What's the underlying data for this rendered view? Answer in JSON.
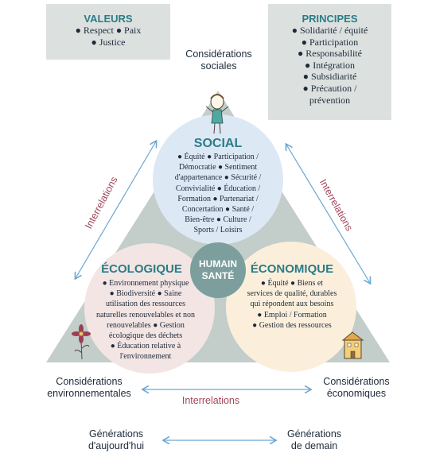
{
  "valeurs": {
    "title": "VALEURS",
    "lines": [
      "● Respect ● Paix",
      "● Justice"
    ]
  },
  "principes": {
    "title": "PRINCIPES",
    "lines": [
      "● Solidarité / équité",
      "● Participation",
      "● Responsabilité",
      "● Intégration",
      "● Subsidiarité",
      "● Précaution /",
      "prévention"
    ]
  },
  "considerations": {
    "sociales": [
      "Considérations",
      "sociales"
    ],
    "environnementales": [
      "Considérations",
      "environnementales"
    ],
    "economiques": [
      "Considérations",
      "économiques"
    ]
  },
  "interrelations": "Interrelations",
  "social": {
    "title": "SOCIAL",
    "lines": [
      "● Équité ● Participation /",
      "Démocratie ● Sentiment",
      "d'appartenance ● Sécurité /",
      "Convivialité ● Éducation /",
      "Formation ● Partenariat /",
      "Concertation ● Santé /",
      "Bien-être ● Culture /",
      "Sports / Loisirs"
    ]
  },
  "ecologique": {
    "title": "ÉCOLOGIQUE",
    "lines": [
      "● Environnement physique",
      "● Biodiversité ● Saine",
      "utilisation des ressources",
      "naturelles renouvelables et non",
      "renouvelables ● Gestion",
      "écologique des déchets",
      "● Éducation relative à",
      "l'environnement"
    ]
  },
  "economique": {
    "title": "ÉCONOMIQUE",
    "lines": [
      "● Équité ● Biens et",
      "services de qualité, durables",
      "qui répondent aux besoins",
      "● Emploi / Formation",
      "● Gestion des ressources"
    ]
  },
  "centre": {
    "lines": [
      "HUMAIN",
      "SANTÉ"
    ]
  },
  "generations": {
    "aujourdhui": [
      "Générations",
      "d'aujourd'hui"
    ],
    "demain": [
      "Générations",
      "de demain"
    ]
  },
  "colors": {
    "triangle": "#c3cdc9",
    "social": "#dce8f4",
    "ecologique": "#f2e5e4",
    "economique": "#fbefdc",
    "centre": "#7c9e9c",
    "teal": "#2c7c86",
    "interrelations": "#a1465b",
    "arrow": "#6aa6d2"
  }
}
